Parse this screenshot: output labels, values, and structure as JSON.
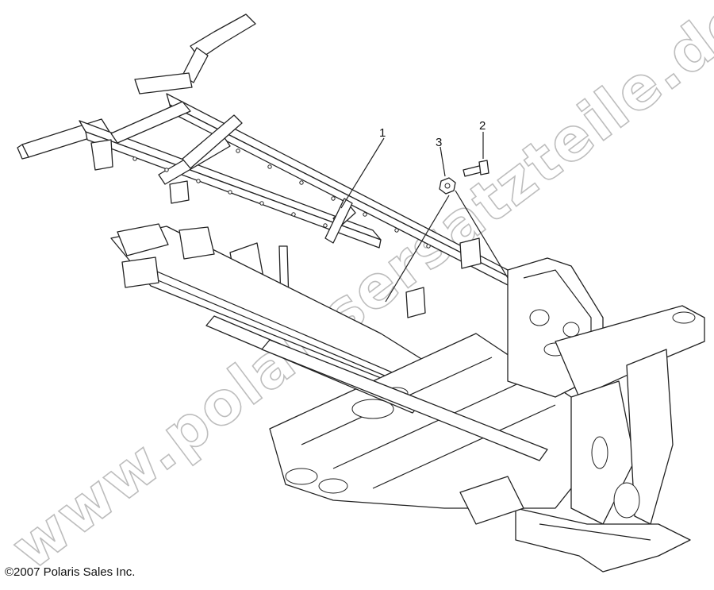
{
  "callouts": [
    {
      "label": "1"
    },
    {
      "label": "2"
    },
    {
      "label": "3"
    }
  ],
  "copyright": "©2007 Polaris Sales Inc.",
  "watermark": "www.polarisersatzteile.de"
}
